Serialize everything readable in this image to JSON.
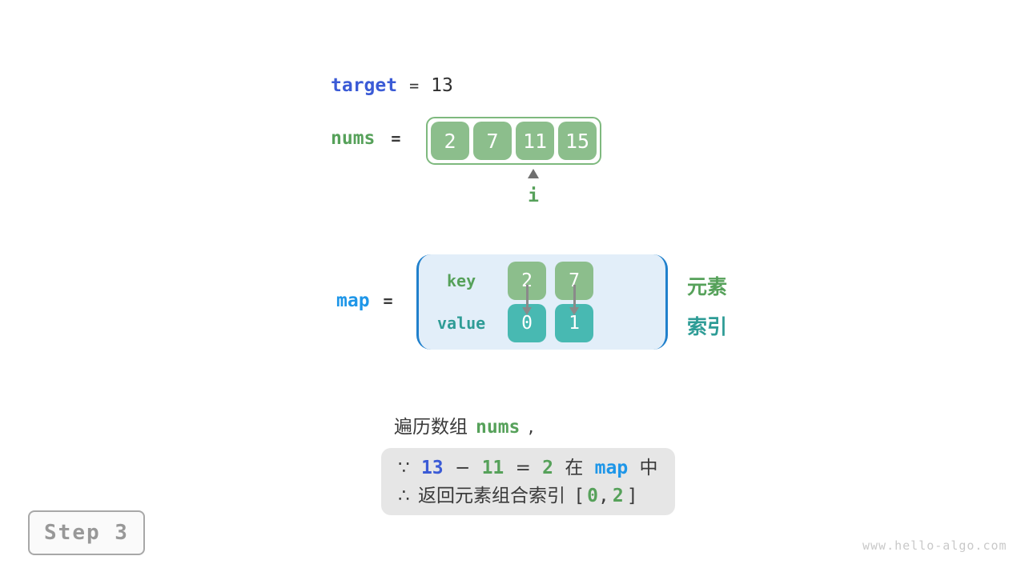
{
  "palette": {
    "indigo_code": "#3B5BD6",
    "sky_blue_code": "#1E96E8",
    "green_code": "#56A15A",
    "teal_code": "#2E9C96",
    "green_cell": "#8CBE8C",
    "teal_cell": "#48B9B2",
    "array_border": "#7EB97E",
    "map_box_bg": "#E2EEF9",
    "map_box_border": "#2080CC",
    "arrow_gray": "#8A8A8A",
    "dark_text": "#3A3A3A",
    "callout_bg": "#E6E6E6",
    "step_text": "#989898",
    "watermark_text": "#C9C9C9"
  },
  "target_line": {
    "label": "target",
    "equals": "=",
    "value": "13"
  },
  "nums_line": {
    "label": "nums",
    "equals": "=",
    "values": [
      "2",
      "7",
      "11",
      "15"
    ],
    "pointer": {
      "label": "i",
      "index": 2
    }
  },
  "map_section": {
    "label": "map",
    "equals": "=",
    "key_label": "key",
    "value_label": "value",
    "entries": [
      {
        "key": "2",
        "value": "0"
      },
      {
        "key": "7",
        "value": "1"
      }
    ],
    "key_annotation": "元素",
    "value_annotation": "索引"
  },
  "caption": {
    "prefix": "遍历数组",
    "code": "nums",
    "suffix": ","
  },
  "callout": {
    "line1": {
      "marker": "∵",
      "target": "13",
      "minus": "−",
      "element": "11",
      "equals": "=",
      "result": "2",
      "word_in": "在",
      "map_name": "map",
      "word_zhong": "中"
    },
    "line2": {
      "marker": "∴",
      "text": "返回元素组合索引",
      "open_bracket": "[",
      "index1": "0",
      "comma": ",",
      "index2": "2",
      "close_bracket": "]"
    }
  },
  "step_badge": {
    "label": "Step 3"
  },
  "watermark": "www.hello-algo.com"
}
